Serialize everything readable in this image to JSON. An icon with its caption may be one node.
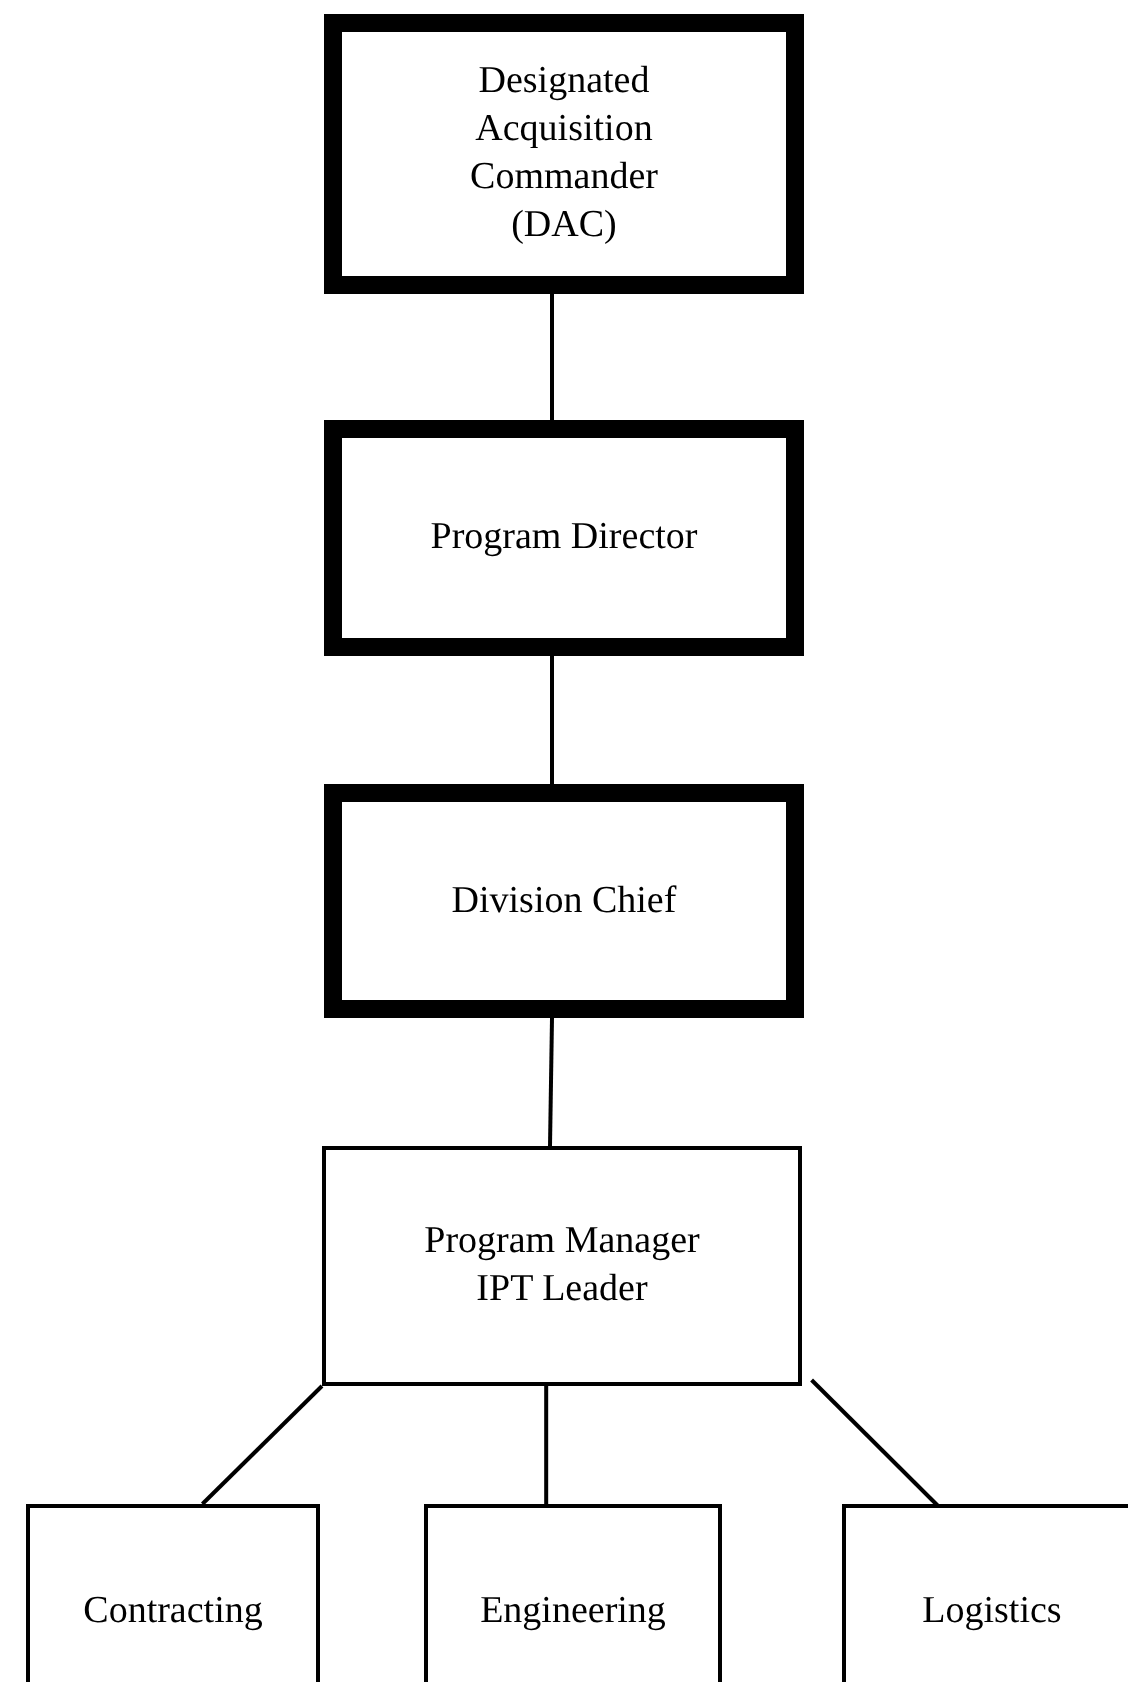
{
  "diagram": {
    "nodes": [
      {
        "text": [
          "Designated Acquisition Commander (DAC)"
        ]
      },
      {
        "text": [
          "Program Director"
        ]
      },
      {
        "text": [
          "Division Chief"
        ]
      },
      {
        "text": [
          "Program Manager IPT Leader"
        ]
      },
      {
        "text": [
          "Contracting"
        ]
      },
      {
        "text": [
          "Engineering"
        ]
      },
      {
        "text": [
          "Logistics"
        ]
      }
    ],
    "edges": [
      {
        "from": 0,
        "to": 1,
        "arrow": "none"
      },
      {
        "from": 1,
        "to": 2,
        "arrow": "none"
      },
      {
        "from": 2,
        "to": 3,
        "arrow": "none"
      },
      {
        "from": 3,
        "to": 4,
        "arrow": "none"
      },
      {
        "from": 3,
        "to": 5,
        "arrow": "none"
      },
      {
        "from": 3,
        "to": 6,
        "arrow": "none"
      }
    ]
  }
}
